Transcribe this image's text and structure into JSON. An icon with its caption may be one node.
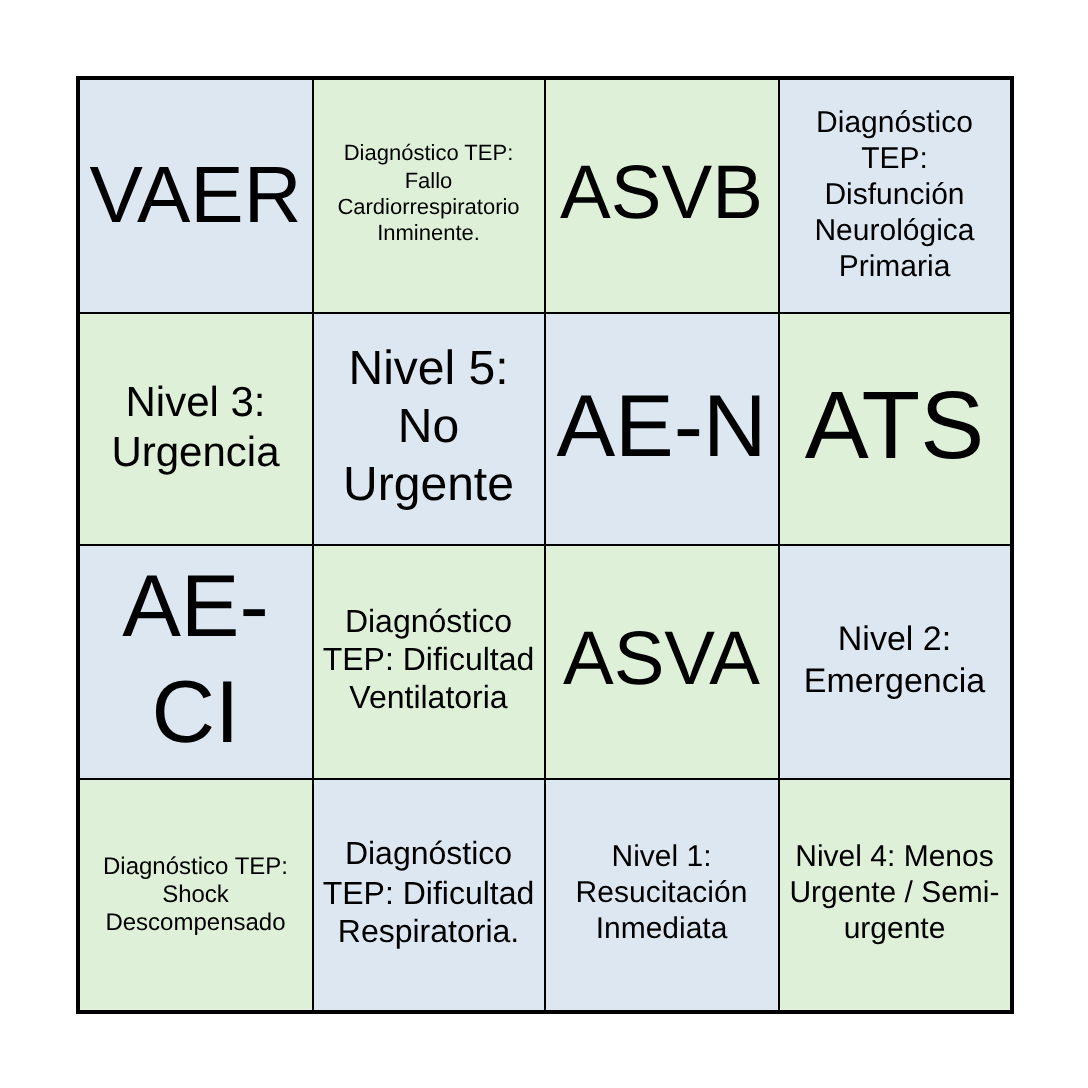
{
  "diagram": {
    "labels": [
      "VAER",
      "Diagnóstico TEP: Fallo Cardiorrespiratorio Inminente.",
      "ASVB",
      "Diagnóstico TEP: Disfunción Neurológica Primaria",
      "Nivel 3: Urgencia",
      "Nivel 5: No Urgente",
      "AE-N",
      "ATS",
      "AE-CI",
      "Diagnóstico TEP: Dificultad Ventilatoria",
      "ASVA",
      "Nivel 2: Emergencia",
      "Diagnóstico TEP: Shock Descompensado",
      "Diagnóstico TEP: Dificultad Respiratoria.",
      "Nivel 1: Resucitación Inmediata",
      "Nivel 4: Menos Urgente / Semi-urgente"
    ]
  }
}
